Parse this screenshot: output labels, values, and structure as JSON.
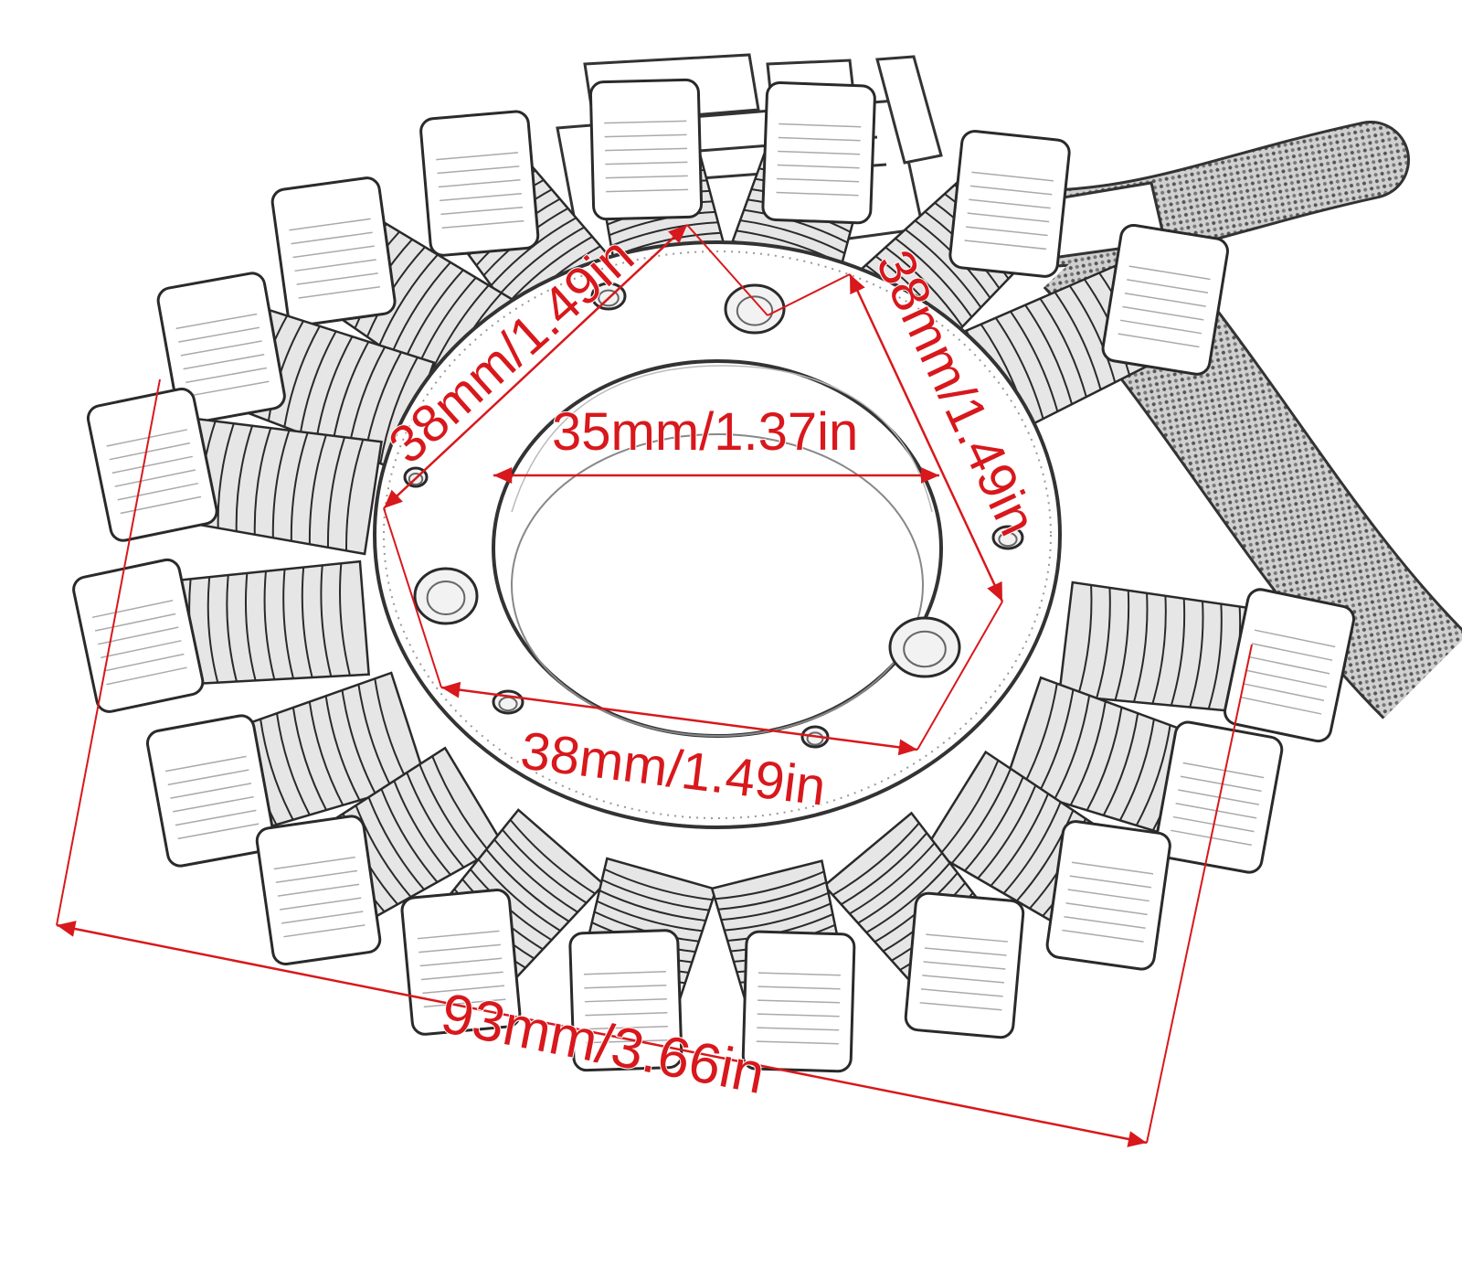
{
  "diagram": {
    "subject_icon": "motorcycle-stator-line-drawing",
    "colors": {
      "dimension": "#d8181c",
      "outline": "#2a2a2a",
      "fill": "#ffffff",
      "shade": "#e6e6e6"
    },
    "dimensions": {
      "hole_spacing_top_left": "38mm/1.49in",
      "hole_spacing_right": "38mm/1.49in",
      "hole_spacing_bottom": "38mm/1.49in",
      "inner_diameter": "35mm/1.37in",
      "outer_diameter": "93mm/3.66in"
    }
  }
}
